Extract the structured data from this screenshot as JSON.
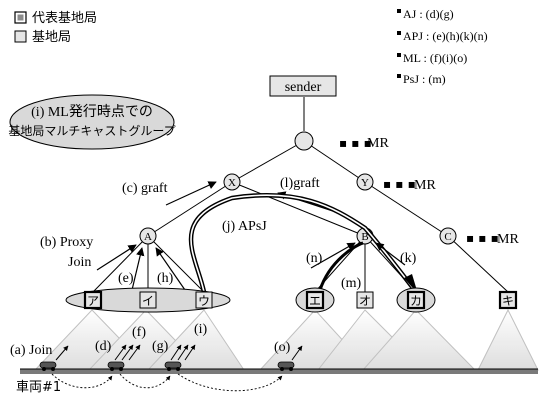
{
  "legend": {
    "representative": "代表基地局",
    "base_station": "基地局"
  },
  "join_types": [
    "AJ : (d)(g)",
    "APJ : (e)(h)(k)(n)",
    "ML : (f)(i)(o)",
    "PsJ  : (m)"
  ],
  "sender": "sender",
  "group_label": [
    "(i) ML発行時点での",
    "基地局マルチキャストグループ"
  ],
  "router_labels": {
    "mr": "MR",
    "x": "X",
    "y": "Y",
    "a": "A",
    "b": "B",
    "c": "C"
  },
  "ellipsis": "▪ ▪ ▪",
  "arrows": {
    "c": "(c) graft",
    "l": "(l)graft",
    "j": "(j) APsJ",
    "b1": "(b) Proxy",
    "b2": "Join",
    "e": "(e)",
    "h": "(h)",
    "n": "(n)",
    "m": "(m)",
    "k": "(k)"
  },
  "stations": [
    "ア",
    "イ",
    "ウ",
    "エ",
    "オ",
    "カ",
    "キ"
  ],
  "bottom_labels": {
    "a": "(a) Join",
    "d": "(d)",
    "f": "(f)",
    "g": "(g)",
    "i": "(i)",
    "o": "(o)",
    "vehicle": "車両#1"
  }
}
